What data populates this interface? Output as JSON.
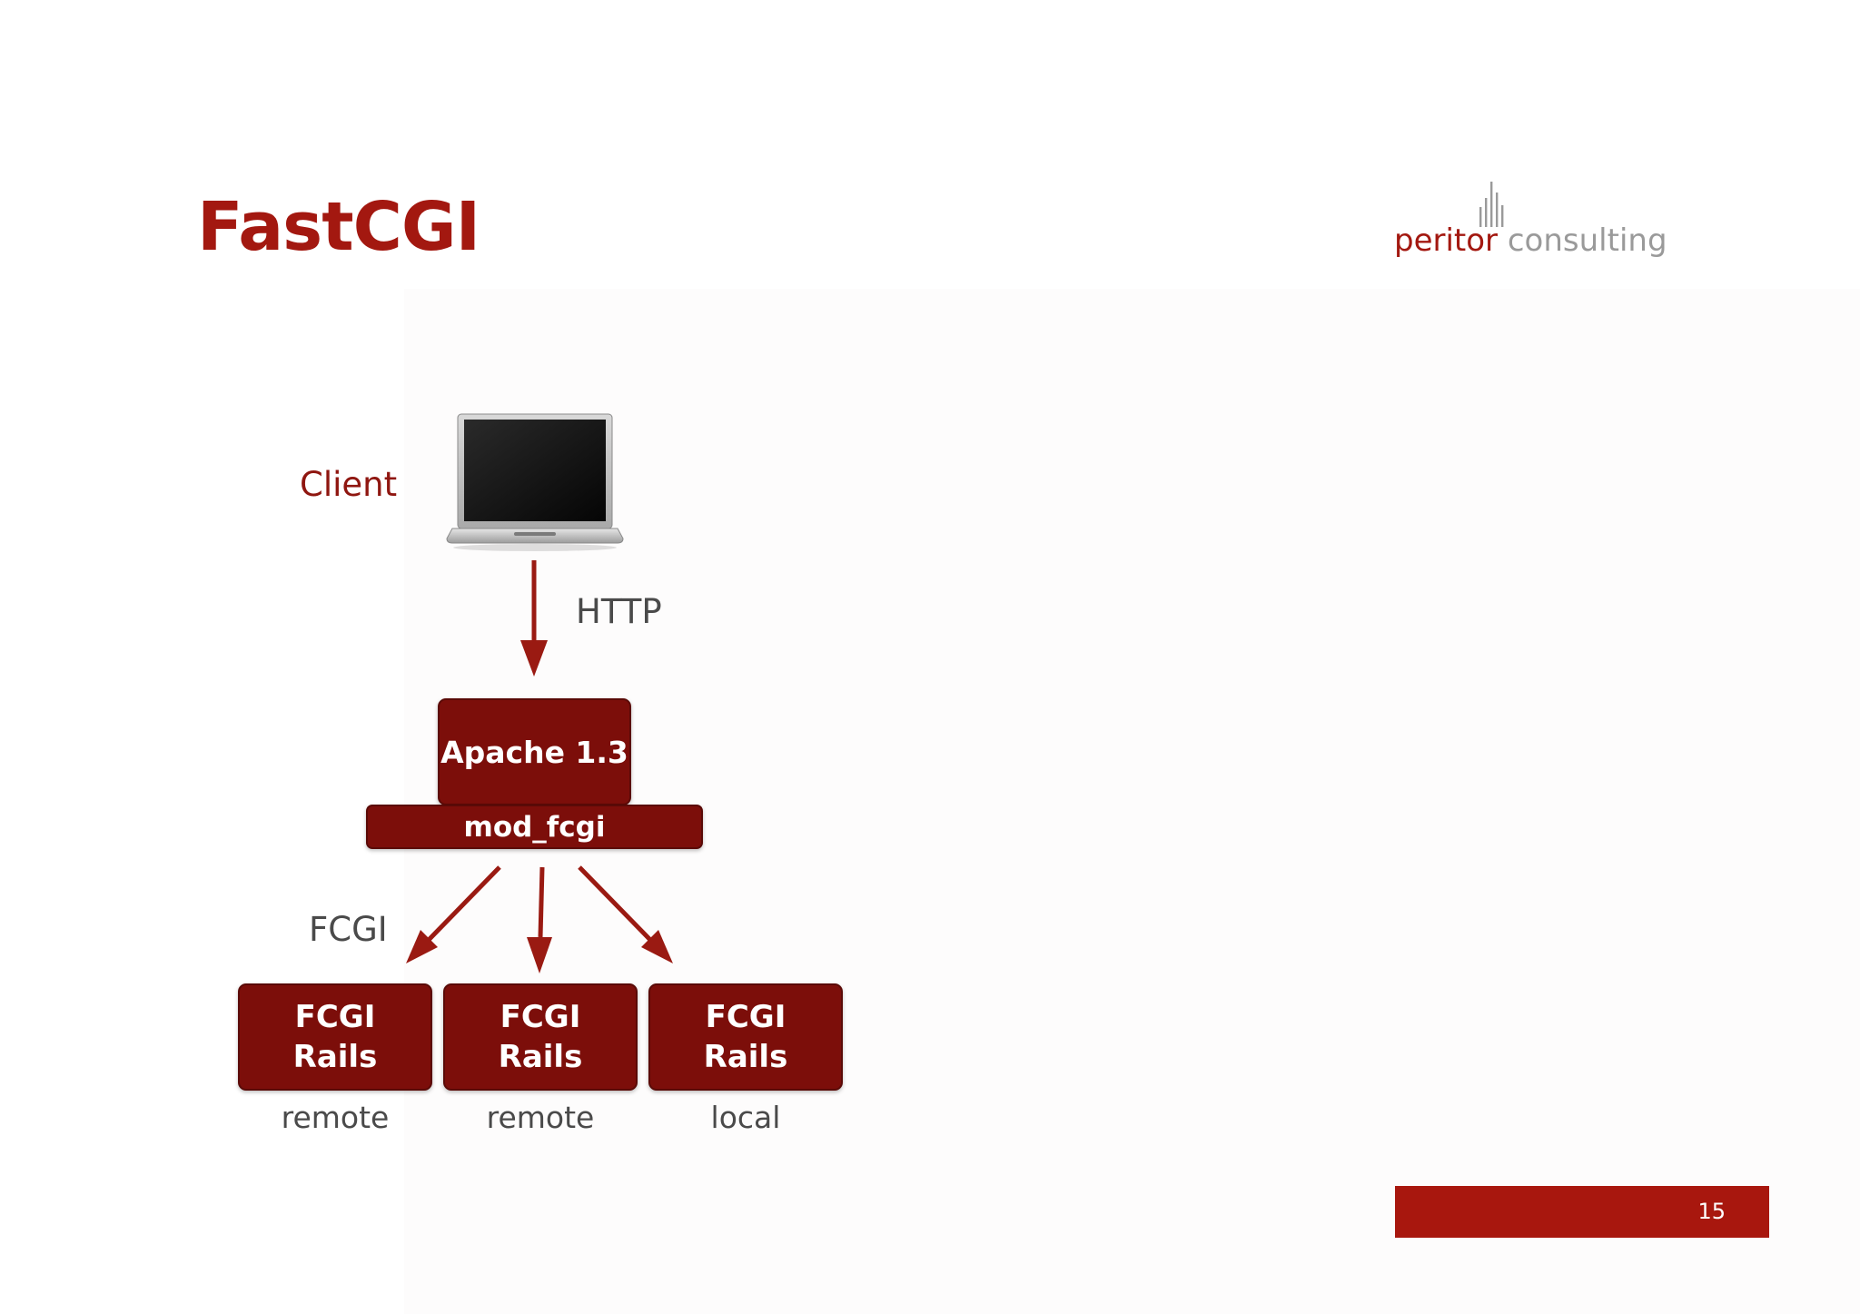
{
  "slide": {
    "title": "FastCGI",
    "page_number": "15"
  },
  "logo": {
    "word1": "peritor",
    "word2": "consulting"
  },
  "diagram": {
    "client_label": "Client",
    "http_label": "HTTP",
    "apache_label": "Apache 1.3",
    "mod_fcgi_label": "mod_fcgi",
    "fcgi_label": "FCGI",
    "nodes": [
      {
        "line1": "FCGI",
        "line2": "Rails",
        "location": "remote"
      },
      {
        "line1": "FCGI",
        "line2": "Rails",
        "location": "remote"
      },
      {
        "line1": "FCGI",
        "line2": "Rails",
        "location": "local"
      }
    ]
  },
  "colors": {
    "brand_red": "#a31810",
    "box_red": "#7c0e0a",
    "arrow_red": "#9a1a12"
  },
  "icons": {
    "client_device": "laptop-icon",
    "logo_mark": "bars-icon"
  }
}
